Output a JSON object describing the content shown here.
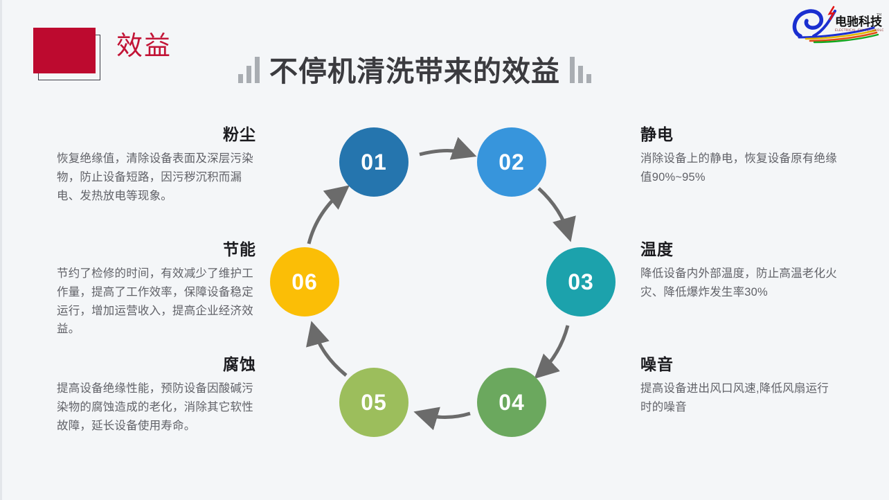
{
  "header": {
    "badge_label": "效益",
    "badge_color": "#bd0a2f",
    "title": "不停机清洗带来的效益",
    "title_color": "#3b3b3f",
    "left_bars_icon": "bar-chart-ascending-icon",
    "right_bars_icon": "bar-chart-descending-icon"
  },
  "logo": {
    "name_cn": "电驰科技",
    "name_en": "ELECTRICAL CHI TECHNOLOGY",
    "trademark": "TM"
  },
  "diagram": {
    "type": "cycle",
    "nodes": [
      {
        "number": "01",
        "color": "#2575ae"
      },
      {
        "number": "02",
        "color": "#3795dc"
      },
      {
        "number": "03",
        "color": "#1ca2ac"
      },
      {
        "number": "04",
        "color": "#6ba85e"
      },
      {
        "number": "05",
        "color": "#9cbe5c"
      },
      {
        "number": "06",
        "color": "#fbbe06"
      }
    ],
    "arrow_color": "#6b6b6b"
  },
  "blocks": {
    "left": [
      {
        "title": "粉尘",
        "body": "恢复绝缘值，清除设备表面及深层污染物，防止设备短路，因污秽沉积而漏电、发热放电等现象。"
      },
      {
        "title": "节能",
        "body": "节约了检修的时间，有效减少了维护工作量，提高了工作效率，保障设备稳定运行，增加运营收入，提高企业经济效益。"
      },
      {
        "title": "腐蚀",
        "body": "提高设备绝缘性能，预防设备因酸碱污染物的腐蚀造成的老化，消除其它软性故障，延长设备使用寿命。"
      }
    ],
    "right": [
      {
        "title": "静电",
        "body": "消除设备上的静电，恢复设备原有绝缘值90%~95%"
      },
      {
        "title": "温度",
        "body": "降低设备内外部温度，防止高温老化火灾、降低爆炸发生率30%"
      },
      {
        "title": "噪音",
        "body": "提高设备进出风口风速,降低风扇运行时的噪音"
      }
    ]
  }
}
